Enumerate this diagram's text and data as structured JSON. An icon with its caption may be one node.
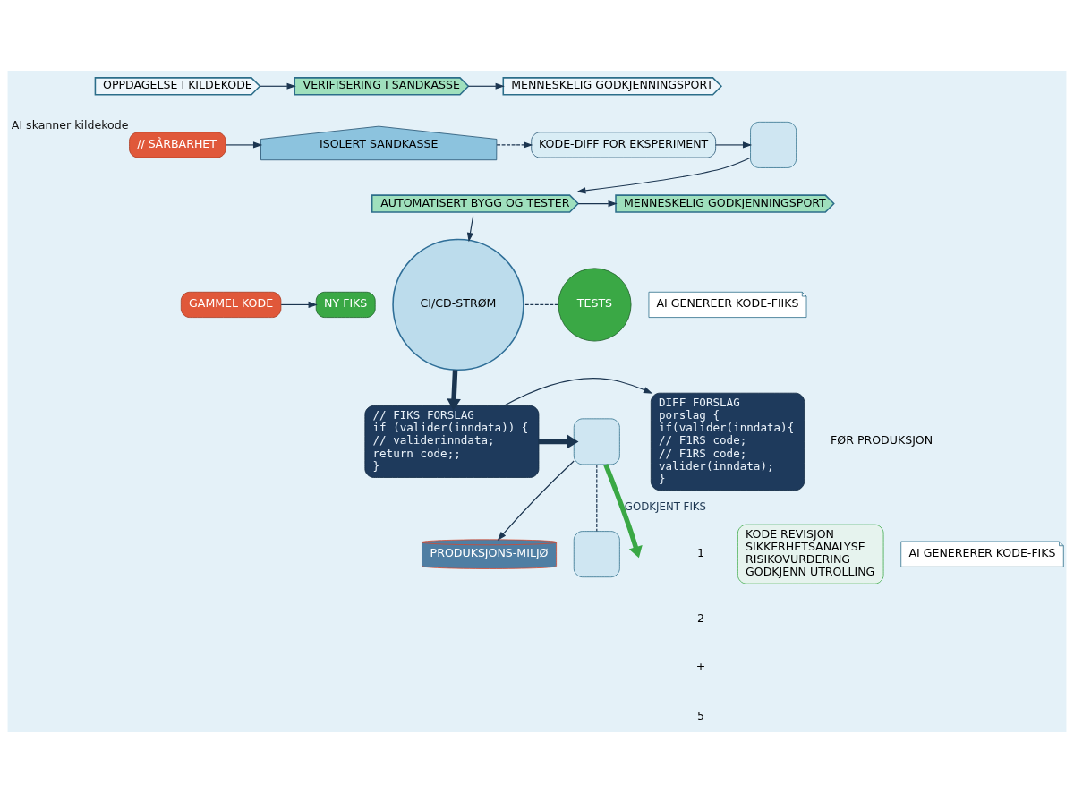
{
  "diagram": {
    "nodes": [
      {
        "text": [
          "OPPDAGELSE I KILDEKODE"
        ]
      },
      {
        "text": [
          "VERIFISERING I SANDKASSE"
        ]
      },
      {
        "text": [
          "MENNESKELIG GODKJENNINGSPORT"
        ]
      },
      {
        "text": [
          "// SÅRBARHET"
        ],
        "beside": [
          "AI skanner kildekode"
        ]
      },
      {
        "text": [
          "ISOLERT SANDKASSE"
        ]
      },
      {
        "text": [
          "KODE-DIFF FOR EKSPERIMENT"
        ]
      },
      {
        "text": [],
        "shape": "box"
      },
      {
        "text": [
          "AUTOMATISERT BYGG OG TESTER"
        ]
      },
      {
        "text": [
          "MENNESKELIG GODKJENNINGSPORT"
        ]
      },
      {
        "text": [
          "CI/CD-STRØM"
        ]
      },
      {
        "text": [
          "TESTS"
        ]
      },
      {
        "text": [
          "GAMMEL KODE"
        ]
      },
      {
        "text": [
          "NY FIKS"
        ]
      },
      {
        "text": [
          "// FIKS FORSLAG",
          "if (valider(inndata)) {",
          "// validerinndata;",
          "return code;;",
          "}"
        ]
      },
      {
        "text": [
          "AI GENEREER KODE-FIIKS"
        ]
      },
      {
        "text": [
          "DIFF FORSLAG",
          "porslag {",
          "if(valider(inndata){",
          "// F1RS code;",
          "// F1RS code;",
          "valider(inndata);",
          "}"
        ]
      },
      {
        "text": [
          "AI GENERERER KODE-FIKS"
        ]
      },
      {
        "text": [],
        "shape": "box"
      },
      {
        "text": [
          "KODE REVISJON",
          "SIKKERHETSANALYSE",
          "RISIKOVURDERING",
          "GODKJENN UTROLLING"
        ]
      },
      {
        "text": [
          "PRODUKSJONS-MILJØ"
        ]
      },
      {
        "text": [],
        "shape": "box"
      }
    ],
    "edges": [
      {
        "from": 0,
        "to": 1,
        "arrow": "to"
      },
      {
        "from": 1,
        "to": 2,
        "arrow": "to"
      },
      {
        "from": 3,
        "to": 4,
        "arrow": "to"
      },
      {
        "from": 4,
        "to": 5,
        "arrow": "to",
        "style": "dashed"
      },
      {
        "from": 5,
        "to": 6,
        "arrow": "to"
      },
      {
        "from": 6,
        "to": 7,
        "arrow": "to"
      },
      {
        "from": 7,
        "to": 8,
        "arrow": "to"
      },
      {
        "from": 7,
        "to": 9,
        "arrow": "to"
      },
      {
        "from": 9,
        "to": 13,
        "arrow": "to",
        "style": "thick"
      },
      {
        "from": 10,
        "to": 9,
        "arrow": "none",
        "style": "dashed"
      },
      {
        "from": 11,
        "to": 12,
        "arrow": "to"
      },
      {
        "from": 13,
        "to": 15,
        "arrow": "to"
      },
      {
        "from": 13,
        "to": 17,
        "arrow": "to",
        "style": "thick"
      },
      {
        "from": 17,
        "to": null,
        "arrow": "to",
        "label": "GODKJENT FIKS",
        "style": "thick",
        "color": "#3aa845"
      },
      {
        "from": 17,
        "to": 20,
        "arrow": "none",
        "style": "dashed"
      },
      {
        "from": 17,
        "to": 19,
        "arrow": "to"
      }
    ],
    "labels": [
      "FØR PRODUKSJON",
      "1",
      "2",
      "+",
      "5"
    ]
  }
}
